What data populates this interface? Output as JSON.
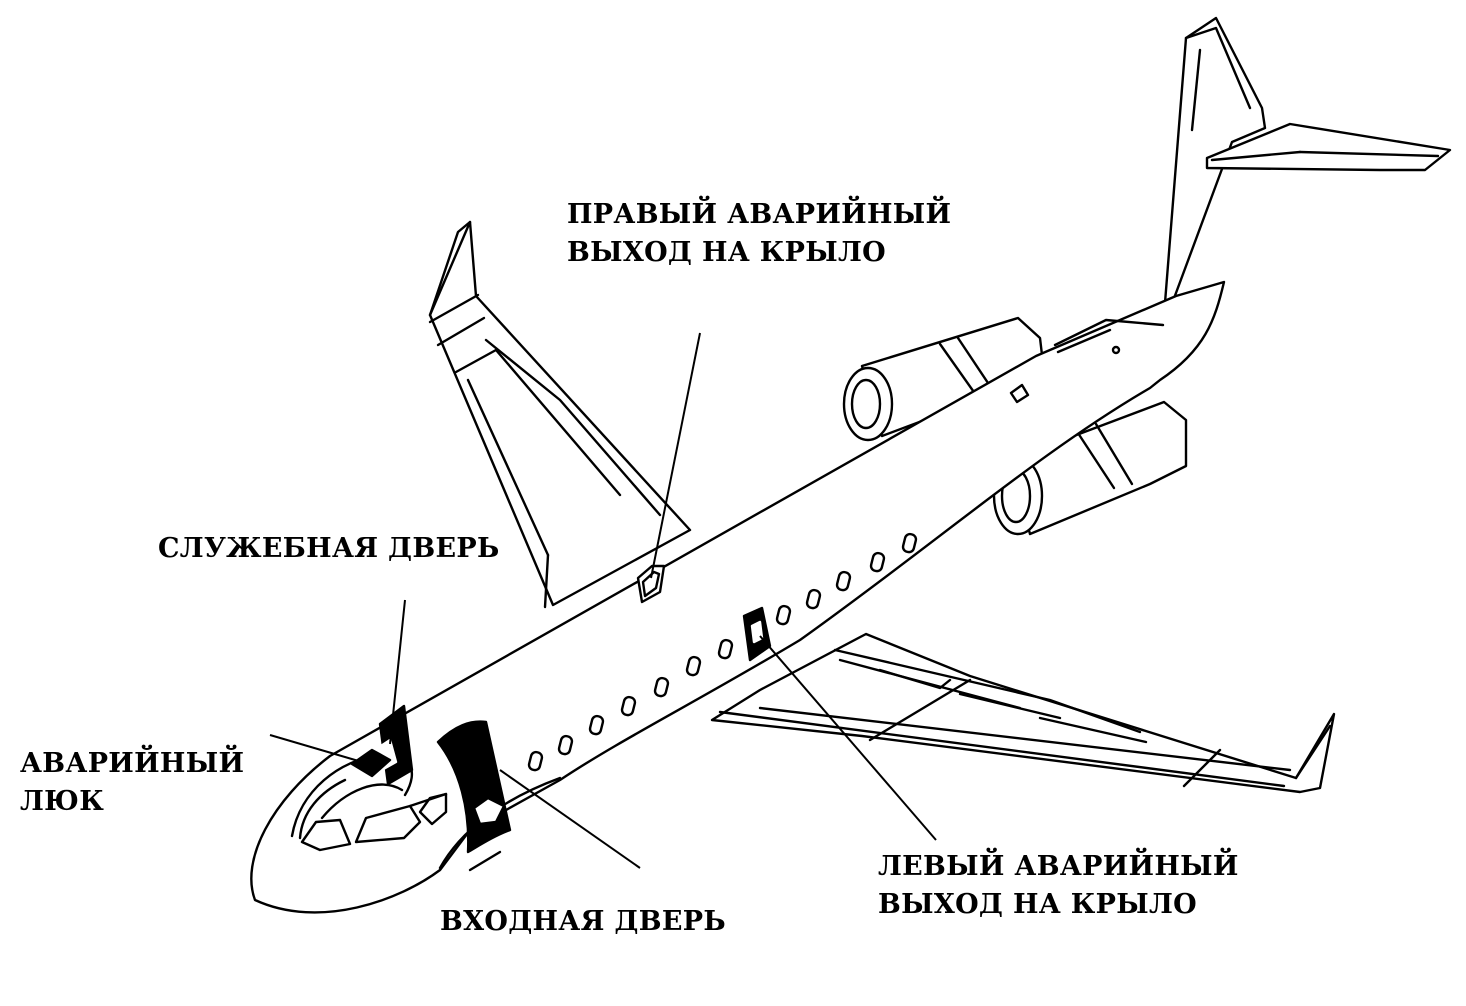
{
  "colors": {
    "line": "#000000",
    "fill": "#ffffff",
    "dark": "#000000"
  },
  "labels": {
    "right_wing_exit": [
      "ПРАВЫЙ АВАРИЙНЫЙ",
      "ВЫХОД НА КРЫЛО"
    ],
    "service_door": "СЛУЖЕБНАЯ ДВЕРЬ",
    "emergency_hatch": [
      "АВАРИЙНЫЙ",
      "ЛЮК"
    ],
    "entry_door": "ВХОДНАЯ ДВЕРЬ",
    "left_wing_exit": [
      "ЛЕВЫЙ АВАРИЙНЫЙ",
      "ВЫХОД НА КРЫЛО"
    ]
  }
}
